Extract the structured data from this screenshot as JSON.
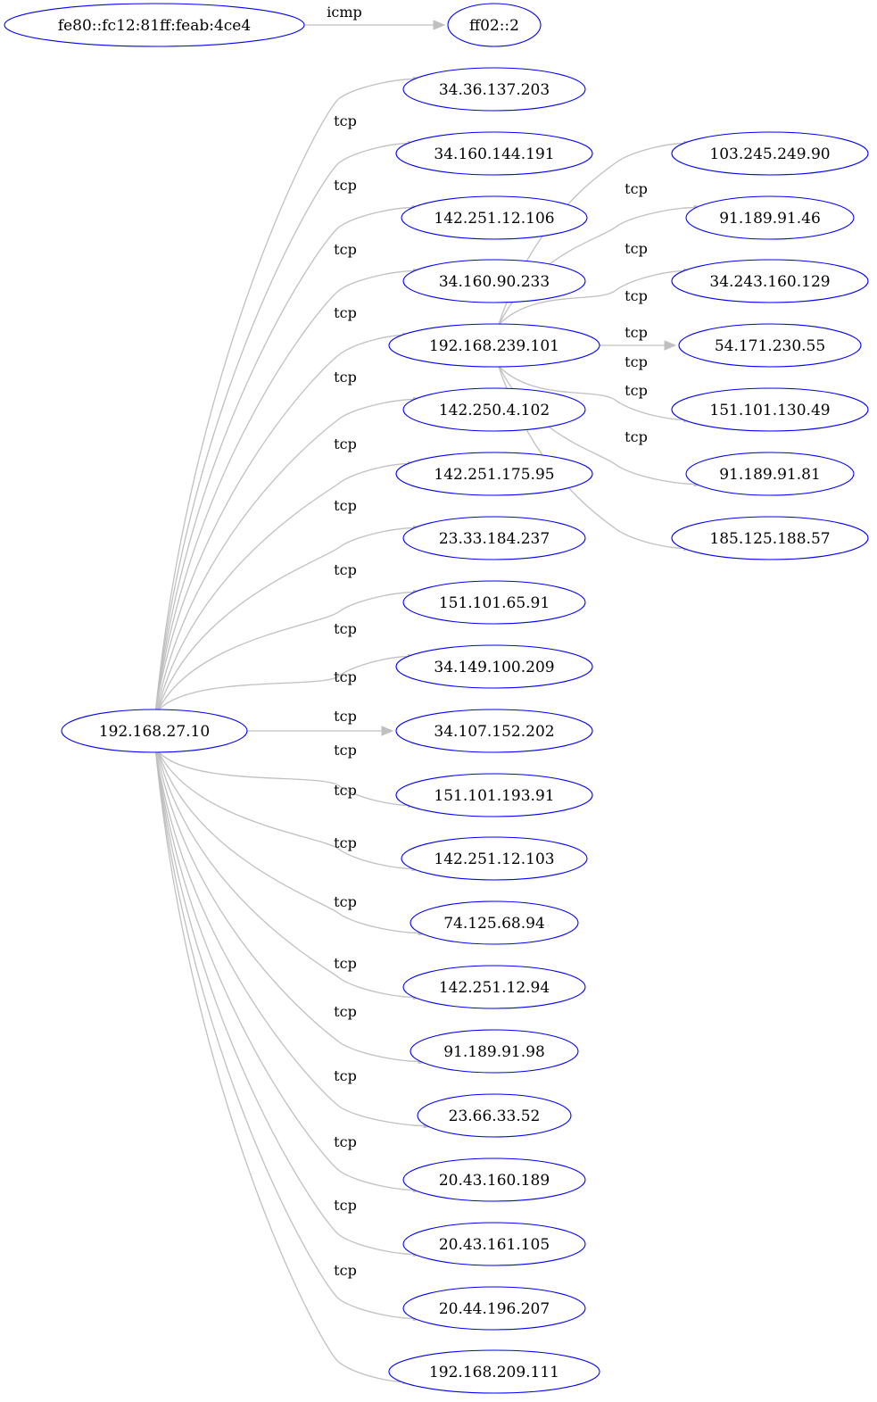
{
  "colors": {
    "node_border": "#0000ff",
    "edge": "#c0c0c0",
    "text": "#000000"
  },
  "nodes": {
    "fe80": "fe80::fc12:81ff:feab:4ce4",
    "ff02": "ff02::2",
    "src": "192.168.27.10",
    "d01": "34.36.137.203",
    "d02": "34.160.144.191",
    "d03": "142.251.12.106",
    "d04": "34.160.90.233",
    "hub": "192.168.239.101",
    "d06": "142.250.4.102",
    "d07": "142.251.175.95",
    "d08": "23.33.184.237",
    "d09": "151.101.65.91",
    "d10": "34.149.100.209",
    "d11": "34.107.152.202",
    "d12": "151.101.193.91",
    "d13": "142.251.12.103",
    "d14": "74.125.68.94",
    "d15": "142.251.12.94",
    "d16": "91.189.91.98",
    "d17": "23.66.33.52",
    "d18": "20.43.160.189",
    "d19": "20.43.161.105",
    "d20": "20.44.196.207",
    "d21": "192.168.209.111",
    "h1": "103.245.249.90",
    "h2": "91.189.91.46",
    "h3": "34.243.160.129",
    "h4": "54.171.230.55",
    "h5": "151.101.130.49",
    "h6": "91.189.91.81",
    "h7": "185.125.188.57"
  },
  "edges": [
    {
      "from": "fe80",
      "to": "ff02",
      "label": "icmp"
    },
    {
      "from": "src",
      "to": "d01",
      "label": "tcp"
    },
    {
      "from": "src",
      "to": "d02",
      "label": "tcp"
    },
    {
      "from": "src",
      "to": "d03",
      "label": "tcp"
    },
    {
      "from": "src",
      "to": "d04",
      "label": "tcp"
    },
    {
      "from": "src",
      "to": "hub",
      "label": "tcp"
    },
    {
      "from": "src",
      "to": "d06",
      "label": "tcp"
    },
    {
      "from": "src",
      "to": "d07",
      "label": "tcp"
    },
    {
      "from": "src",
      "to": "d08",
      "label": "tcp"
    },
    {
      "from": "src",
      "to": "d09",
      "label": "tcp"
    },
    {
      "from": "src",
      "to": "d10",
      "label": "tcp"
    },
    {
      "from": "src",
      "to": "d11",
      "label": "tcp"
    },
    {
      "from": "src",
      "to": "d12",
      "label": "tcp"
    },
    {
      "from": "src",
      "to": "d13",
      "label": "tcp"
    },
    {
      "from": "src",
      "to": "d14",
      "label": "tcp"
    },
    {
      "from": "src",
      "to": "d15",
      "label": "tcp"
    },
    {
      "from": "src",
      "to": "d16",
      "label": "tcp"
    },
    {
      "from": "src",
      "to": "d17",
      "label": "tcp"
    },
    {
      "from": "src",
      "to": "d18",
      "label": "tcp"
    },
    {
      "from": "src",
      "to": "d19",
      "label": "tcp"
    },
    {
      "from": "src",
      "to": "d20",
      "label": "tcp"
    },
    {
      "from": "src",
      "to": "d21",
      "label": "tcp"
    },
    {
      "from": "hub",
      "to": "h1",
      "label": "tcp"
    },
    {
      "from": "hub",
      "to": "h2",
      "label": "tcp"
    },
    {
      "from": "hub",
      "to": "h3",
      "label": "tcp"
    },
    {
      "from": "hub",
      "to": "h4",
      "label": "tcp"
    },
    {
      "from": "hub",
      "to": "h5",
      "label": "tcp"
    },
    {
      "from": "hub",
      "to": "h6",
      "label": "tcp"
    },
    {
      "from": "hub",
      "to": "h7",
      "label": "tcp"
    }
  ]
}
